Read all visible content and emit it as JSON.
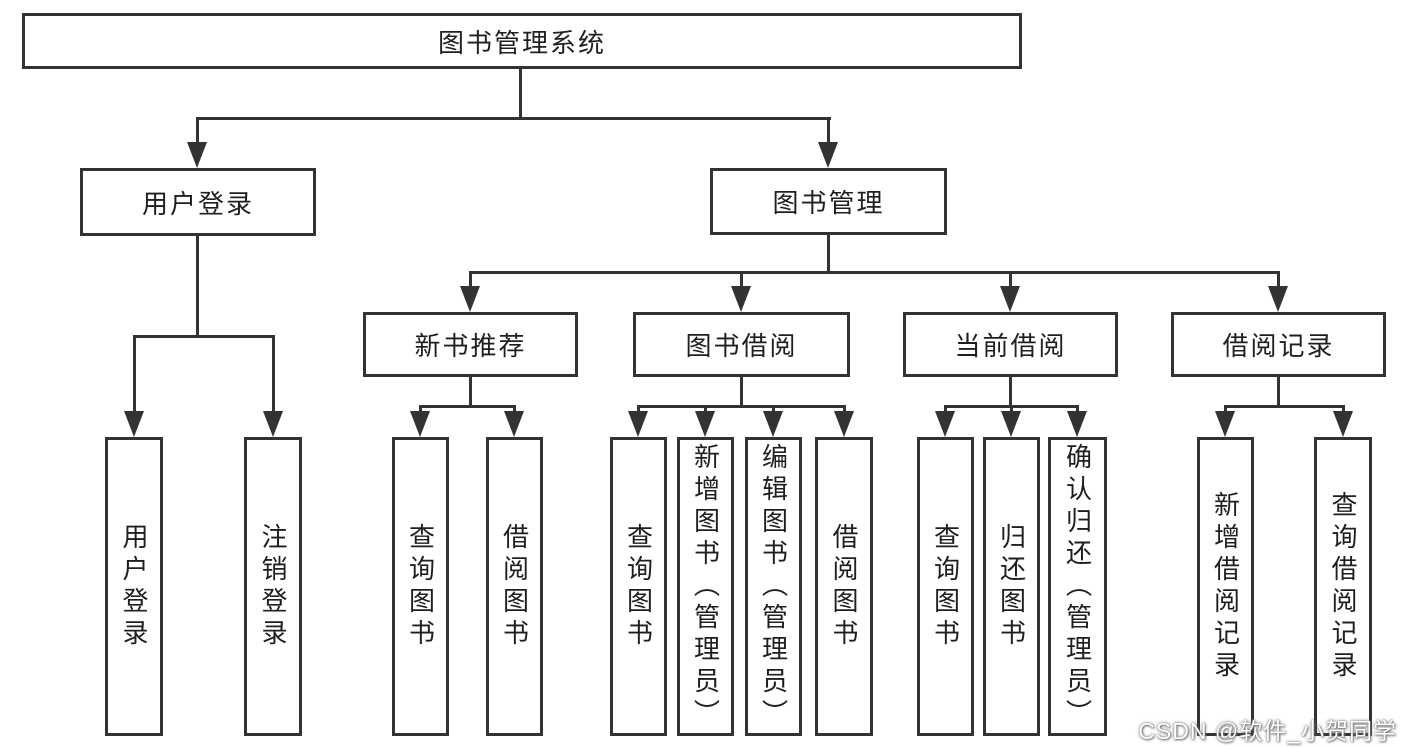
{
  "diagram": {
    "title": "图书管理系统",
    "type": "functional-structure-tree",
    "colors": {
      "line": "#333333",
      "text": "#1f1f1f",
      "background": "#ffffff"
    },
    "root": {
      "label": "图书管理系统"
    },
    "level2": [
      {
        "label": "用户登录"
      },
      {
        "label": "图书管理"
      }
    ],
    "level3": [
      {
        "label": "新书推荐"
      },
      {
        "label": "图书借阅"
      },
      {
        "label": "当前借阅"
      },
      {
        "label": "借阅记录"
      }
    ],
    "level4": {
      "user_login_children": [
        {
          "label": "用户登录"
        },
        {
          "label": "注销登录"
        }
      ],
      "new_book_children": [
        {
          "label": "查询图书"
        },
        {
          "label": "借阅图书"
        }
      ],
      "book_borrow_children": [
        {
          "label": "查询图书"
        },
        {
          "label": "新增图书（管理员）"
        },
        {
          "label": "编辑图书（管理员）"
        },
        {
          "label": "借阅图书"
        }
      ],
      "current_borrow_children": [
        {
          "label": "查询图书"
        },
        {
          "label": "归还图书"
        },
        {
          "label": "确认归还（管理员）"
        }
      ],
      "borrow_record_children": [
        {
          "label": "新增借阅记录"
        },
        {
          "label": "查询借阅记录"
        }
      ]
    },
    "watermark": "CSDN @软件_小贺同学"
  }
}
